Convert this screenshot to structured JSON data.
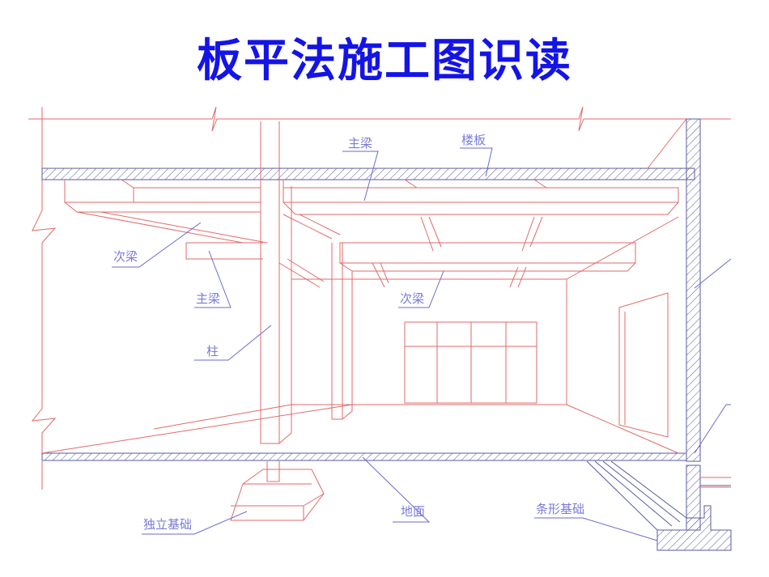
{
  "title": "板平法施工图识读",
  "labels": {
    "main_beam_top": "主梁",
    "floor_slab": "楼板",
    "secondary_beam_left": "次梁",
    "main_beam_left": "主梁",
    "secondary_beam_center": "次梁",
    "column": "柱",
    "isolated_foundation": "独立基础",
    "ground": "地面",
    "strip_foundation": "条形基础"
  },
  "colors": {
    "title": "#1414e6",
    "structure_line": "#e06a6a",
    "hatch": "#5a5aa0",
    "leader": "#6a6ad0"
  }
}
